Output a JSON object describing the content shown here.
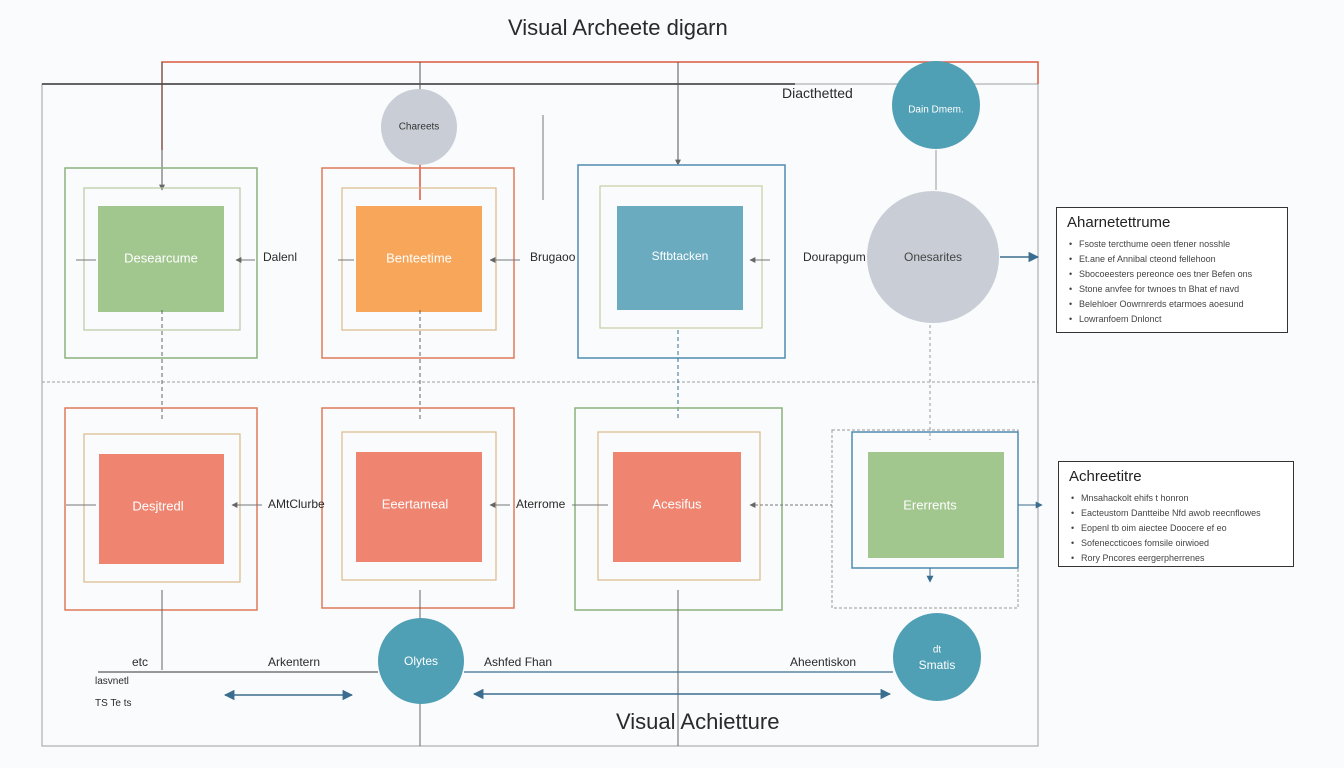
{
  "title": "Visual Archeete digarn",
  "bottom_title": "Visual Achietture",
  "top_right_label": "Diacthetted",
  "colors": {
    "green": "#94c381",
    "orange": "#f7a65a",
    "teal": "#5aa9c0",
    "coral": "#ef8570",
    "gray_circle": "#c7ccd5",
    "teal_circle": "#4f9fb5",
    "green_frame": "#8bb27c",
    "orange_frame": "#e07a5a",
    "blue_frame": "#4f8bb0",
    "line_dark": "#333333",
    "line_red": "#d9593f"
  },
  "nodes": {
    "top_circle": "Chareets",
    "top_right_circle": "Dain Dmem.",
    "box1": "Desearcume",
    "box2": "Benteetime",
    "box3": "Sftbtacken",
    "circle_mid": "Onesarites",
    "box4": "Desjtredl",
    "box5": "Eeertameal",
    "box6": "Acesifus",
    "box7": "Ererrents",
    "bottom_circle_1": "Olytes",
    "bottom_circle_2": "Smatis",
    "bottom_circle_2_top": "dt"
  },
  "connectors": {
    "c1": "Dalenl",
    "c2": "Brugaoo",
    "c3": "Dourapgum",
    "c4": "AMtClurbe",
    "c5": "Aterrome",
    "b1": "Arkentern",
    "b2": "Ashfed Fhan",
    "b3": "Aheentiskon",
    "left1": "etc",
    "left2": "lasvnetl",
    "left3": "TS Te ts"
  },
  "legend1": {
    "title": "Aharnetettrume",
    "items": [
      "Fsoste tercthume oeen tfener nosshle",
      "Et.ane ef Annibal cteond fellehoon",
      "Sbocoeesters pereonce oes tner Befen ons",
      "Stone anvfee for twnoes tn Bhat ef navd",
      "Belehloer Oowrnrerds etarmoes aoesund",
      "Lowranfoem Dnlonct"
    ]
  },
  "legend2": {
    "title": "Achreetitre",
    "items": [
      "Mnsahackolt ehifs t honron",
      "Eacteustom Dantteibe Nfd awob reecnflowes",
      "Eopenl tb oim aiectee Doocere ef eo",
      "Sofeneccticoes fomsile oirwioed",
      "Rory Pncores eergerpherrenes"
    ]
  }
}
